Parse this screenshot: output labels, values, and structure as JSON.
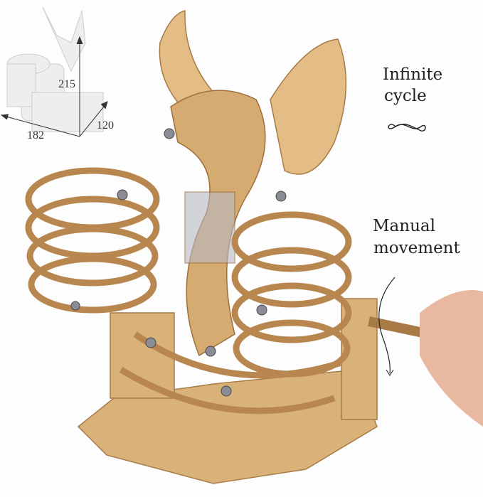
{
  "dimensions": {
    "height": "215",
    "width": "182",
    "depth": "120"
  },
  "callouts": {
    "infinite_line1": "Infinite",
    "infinite_line2": "cycle",
    "manual_line1": "Manual",
    "manual_line2": "movement"
  },
  "icons": [
    "infinity-icon",
    "rotation-arrow-icon"
  ],
  "colors": {
    "wood": "#d9b27a",
    "wood_dark": "#a87a45",
    "background": "#ffffff"
  }
}
